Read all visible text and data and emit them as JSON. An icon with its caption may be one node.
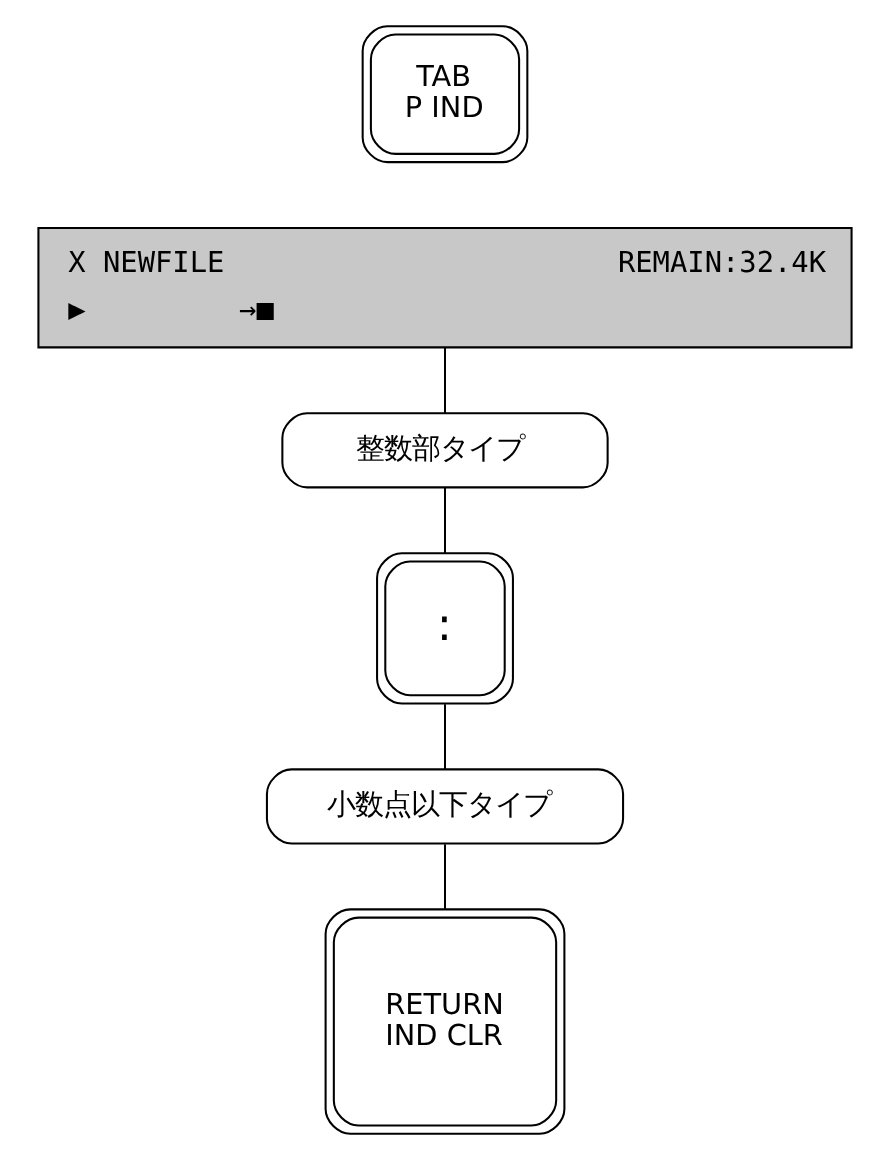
{
  "diagram": {
    "nodes": [
      {
        "text": [
          "TAB",
          "P IND"
        ]
      },
      {
        "text": [
          "X NEWFILE",
          "REMAIN:32.4K",
          "▶",
          "→■"
        ]
      },
      {
        "text": [
          "整数部タイプ"
        ]
      },
      {
        "text": [
          ":"
        ]
      },
      {
        "text": [
          "小数点以下タイプ"
        ]
      },
      {
        "text": [
          "RETURN",
          "IND CLR"
        ]
      }
    ],
    "edges": [
      {
        "from": 1,
        "to": 2,
        "arrow": "none"
      },
      {
        "from": 2,
        "to": 3,
        "arrow": "none"
      },
      {
        "from": 3,
        "to": 4,
        "arrow": "none"
      },
      {
        "from": 4,
        "to": 5,
        "arrow": "none"
      }
    ]
  }
}
